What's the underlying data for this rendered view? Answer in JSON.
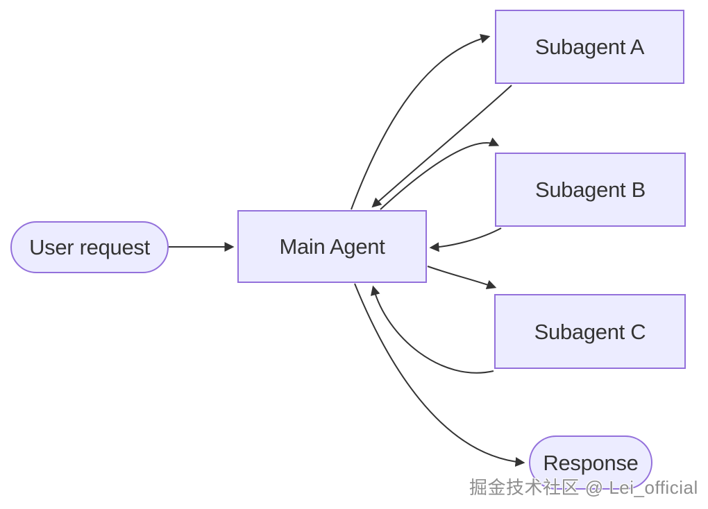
{
  "diagram": {
    "type": "flowchart",
    "orientation": "left-to-right",
    "nodes": {
      "user_request": {
        "label": "User request",
        "shape": "stadium"
      },
      "main_agent": {
        "label": "Main Agent",
        "shape": "rectangle"
      },
      "subagent_a": {
        "label": "Subagent A",
        "shape": "rectangle"
      },
      "subagent_b": {
        "label": "Subagent B",
        "shape": "rectangle"
      },
      "subagent_c": {
        "label": "Subagent C",
        "shape": "rectangle"
      },
      "response": {
        "label": "Response",
        "shape": "stadium"
      }
    },
    "edges": [
      {
        "from": "user_request",
        "to": "main_agent"
      },
      {
        "from": "main_agent",
        "to": "subagent_a"
      },
      {
        "from": "subagent_a",
        "to": "main_agent"
      },
      {
        "from": "main_agent",
        "to": "subagent_b"
      },
      {
        "from": "subagent_b",
        "to": "main_agent"
      },
      {
        "from": "main_agent",
        "to": "subagent_c"
      },
      {
        "from": "subagent_c",
        "to": "main_agent"
      },
      {
        "from": "main_agent",
        "to": "response"
      }
    ],
    "colors": {
      "background": "#FFFFFF",
      "node_fill": "#ECECFF",
      "node_border": "#9370DB",
      "edge_stroke": "#333333",
      "node_text": "#333333",
      "watermark_text": "#8E8E8E"
    }
  },
  "watermark": {
    "text": "掘金技术社区 @ Lei_official"
  }
}
